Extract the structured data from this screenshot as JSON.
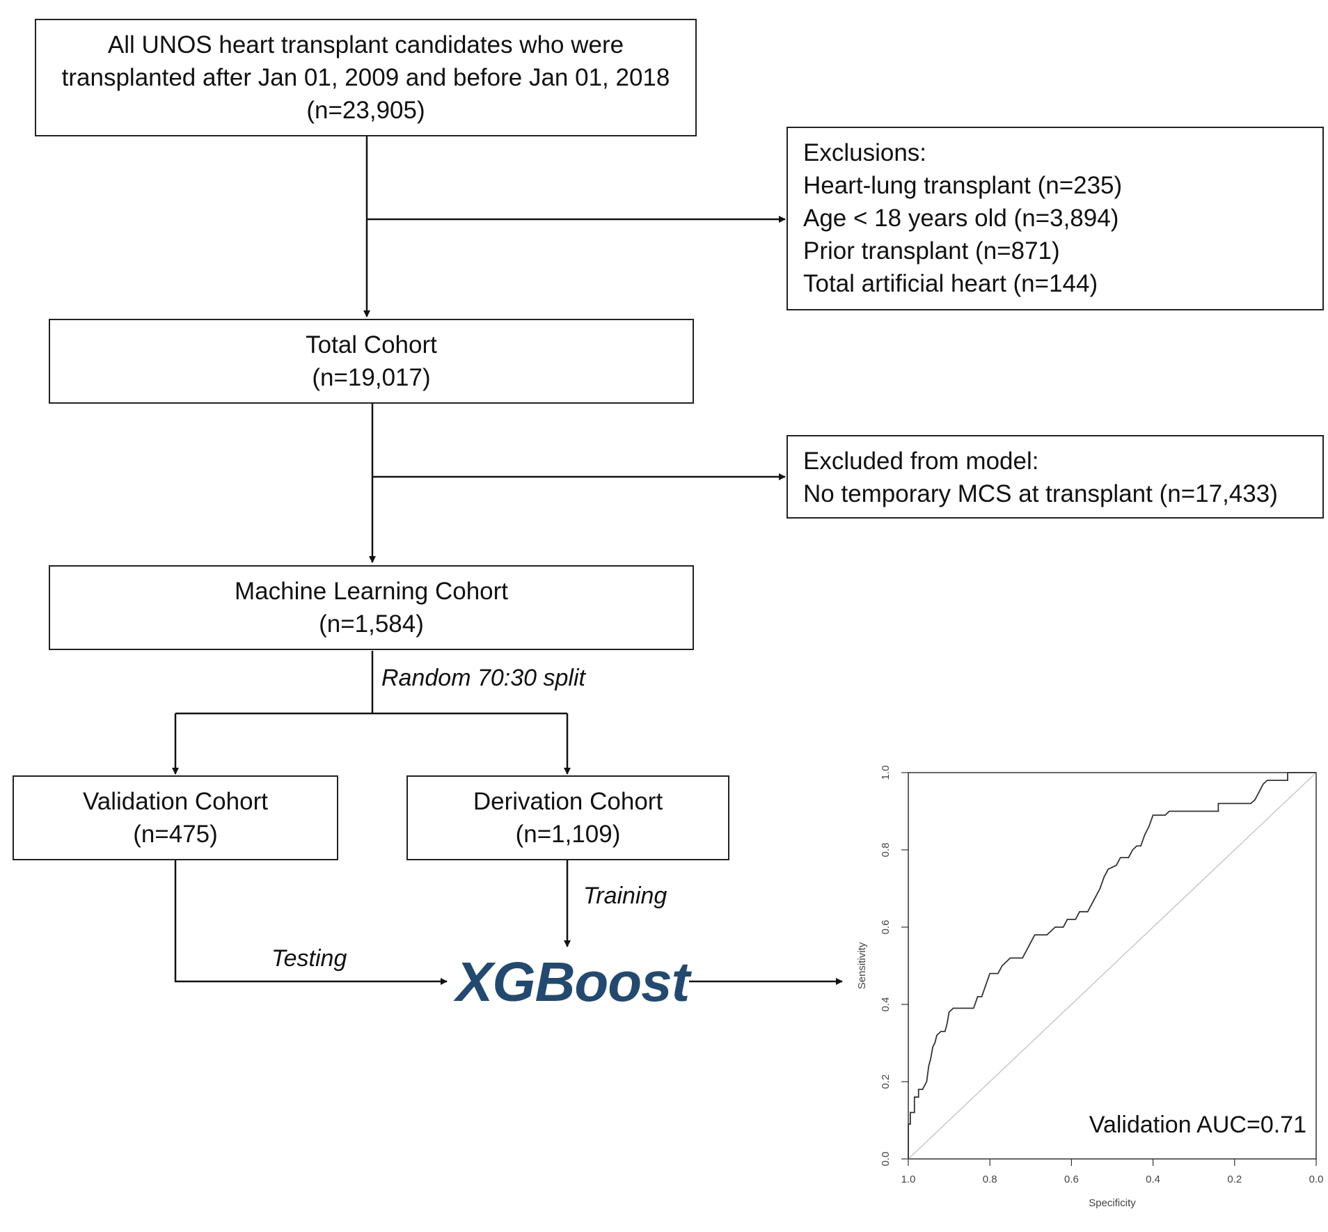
{
  "boxes": {
    "all_candidates": {
      "lines": [
        "All UNOS heart transplant candidates who were",
        "transplanted after Jan 01, 2009 and before Jan 01, 2018",
        "(n=23,905)"
      ]
    },
    "exclusions": {
      "title": "Exclusions:",
      "items": [
        "Heart-lung transplant (n=235)",
        "Age < 18 years old (n=3,894)",
        "Prior transplant (n=871)",
        "Total artificial heart (n=144)"
      ]
    },
    "total_cohort": {
      "title": "Total Cohort",
      "count": "(n=19,017)"
    },
    "excluded_model": {
      "title": "Excluded from model:",
      "detail": "No temporary MCS at transplant (n=17,433)"
    },
    "ml_cohort": {
      "title": "Machine Learning Cohort",
      "count": "(n=1,584)"
    },
    "validation_cohort": {
      "title": "Validation Cohort",
      "count": "(n=475)"
    },
    "derivation_cohort": {
      "title": "Derivation Cohort",
      "count": "(n=1,109)"
    }
  },
  "labels": {
    "split": "Random 70:30 split",
    "training": "Training",
    "testing": "Testing"
  },
  "model": {
    "name": "XGBoost",
    "color": "#24496f"
  },
  "chart_data": {
    "type": "line",
    "xlabel": "Specificity",
    "ylabel": "Sensitivity",
    "xlim": [
      1.0,
      0.0
    ],
    "ylim": [
      0.0,
      1.0
    ],
    "x_reversed": true,
    "xticks": [
      "1.0",
      "0.8",
      "0.6",
      "0.4",
      "0.2",
      "0.0"
    ],
    "yticks": [
      "0.0",
      "0.2",
      "0.4",
      "0.6",
      "0.8",
      "1.0"
    ],
    "annotation": "Validation AUC=0.71",
    "reference_line": {
      "from": [
        1.0,
        0.0
      ],
      "to": [
        0.0,
        1.0
      ],
      "color": "#c8c8c8"
    },
    "series": [
      {
        "color": "#333333",
        "points": [
          [
            1.0,
            0.0
          ],
          [
            1.0,
            0.09
          ],
          [
            0.995,
            0.09
          ],
          [
            0.995,
            0.12
          ],
          [
            0.985,
            0.12
          ],
          [
            0.985,
            0.16
          ],
          [
            0.975,
            0.16
          ],
          [
            0.975,
            0.18
          ],
          [
            0.965,
            0.18
          ],
          [
            0.955,
            0.2
          ],
          [
            0.95,
            0.24
          ],
          [
            0.945,
            0.26
          ],
          [
            0.94,
            0.29
          ],
          [
            0.935,
            0.3
          ],
          [
            0.93,
            0.32
          ],
          [
            0.92,
            0.33
          ],
          [
            0.91,
            0.33
          ],
          [
            0.905,
            0.35
          ],
          [
            0.9,
            0.38
          ],
          [
            0.89,
            0.39
          ],
          [
            0.87,
            0.39
          ],
          [
            0.84,
            0.39
          ],
          [
            0.83,
            0.42
          ],
          [
            0.82,
            0.42
          ],
          [
            0.81,
            0.45
          ],
          [
            0.8,
            0.48
          ],
          [
            0.78,
            0.48
          ],
          [
            0.77,
            0.5
          ],
          [
            0.75,
            0.52
          ],
          [
            0.72,
            0.52
          ],
          [
            0.7,
            0.56
          ],
          [
            0.69,
            0.58
          ],
          [
            0.66,
            0.58
          ],
          [
            0.64,
            0.6
          ],
          [
            0.62,
            0.6
          ],
          [
            0.61,
            0.62
          ],
          [
            0.59,
            0.62
          ],
          [
            0.58,
            0.64
          ],
          [
            0.56,
            0.64
          ],
          [
            0.55,
            0.66
          ],
          [
            0.54,
            0.68
          ],
          [
            0.53,
            0.7
          ],
          [
            0.52,
            0.73
          ],
          [
            0.51,
            0.75
          ],
          [
            0.49,
            0.76
          ],
          [
            0.48,
            0.78
          ],
          [
            0.46,
            0.78
          ],
          [
            0.45,
            0.8
          ],
          [
            0.44,
            0.81
          ],
          [
            0.43,
            0.81
          ],
          [
            0.42,
            0.84
          ],
          [
            0.41,
            0.86
          ],
          [
            0.4,
            0.89
          ],
          [
            0.37,
            0.89
          ],
          [
            0.36,
            0.9
          ],
          [
            0.3,
            0.9
          ],
          [
            0.24,
            0.9
          ],
          [
            0.24,
            0.92
          ],
          [
            0.16,
            0.92
          ],
          [
            0.15,
            0.93
          ],
          [
            0.14,
            0.95
          ],
          [
            0.13,
            0.97
          ],
          [
            0.12,
            0.98
          ],
          [
            0.07,
            0.98
          ],
          [
            0.07,
            1.0
          ],
          [
            0.0,
            1.0
          ]
        ]
      }
    ]
  }
}
